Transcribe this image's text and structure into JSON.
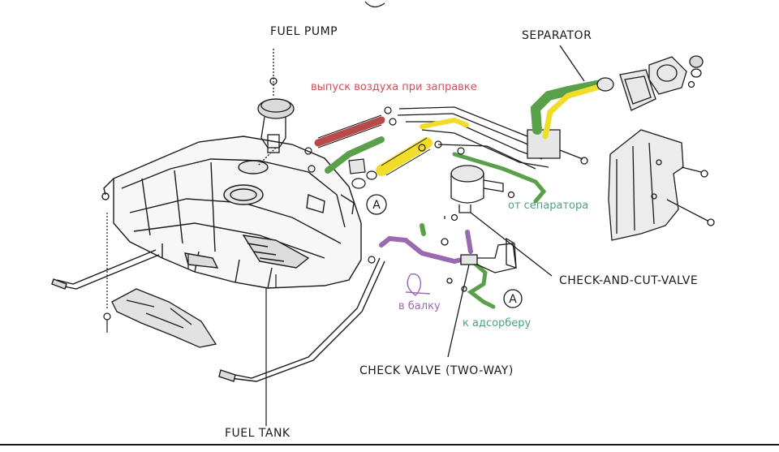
{
  "labels": {
    "fuel_pump": "FUEL PUMP",
    "separator": "SEPARATOR",
    "check_and_cut_valve": "CHECK-AND-CUT-VALVE",
    "check_valve": "CHECK VALVE (TWO-WAY)",
    "fuel_tank": "FUEL TANK",
    "ref_a": "A"
  },
  "annotations": {
    "air_release": "выпуск воздуха при заправке",
    "from_separator": "от сепаратора",
    "to_beam": "в балку",
    "to_adsorber": "к адсорберу"
  },
  "colors": {
    "line": "#1a1a1a",
    "red_hose": "#b84a4a",
    "green_hose": "#5aa04a",
    "yellow_hose": "#f2dc2a",
    "purple_hose": "#9a6ab0",
    "teal_text": "#4aa088",
    "red_text": "#d0505a",
    "purple_text": "#9a6ab0"
  }
}
